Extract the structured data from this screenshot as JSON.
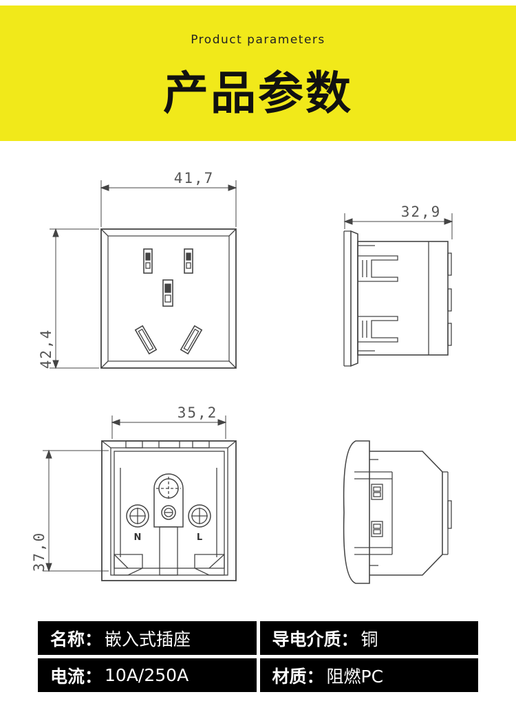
{
  "header": {
    "subtitle": "Product parameters",
    "title": "产品参数"
  },
  "dimensions": {
    "front_width": "41,7",
    "front_height": "42,4",
    "side_depth": "32,9",
    "back_width": "35,2",
    "back_height": "37,0",
    "neutral_mark": "N",
    "live_mark": "L"
  },
  "specs": [
    [
      {
        "label": "名称：",
        "value": "嵌入式插座"
      },
      {
        "label": "导电介质：",
        "value": "铜"
      }
    ],
    [
      {
        "label": "电流：",
        "value": "10A/250A"
      },
      {
        "label": "材质：",
        "value": "阻燃PC"
      }
    ]
  ]
}
